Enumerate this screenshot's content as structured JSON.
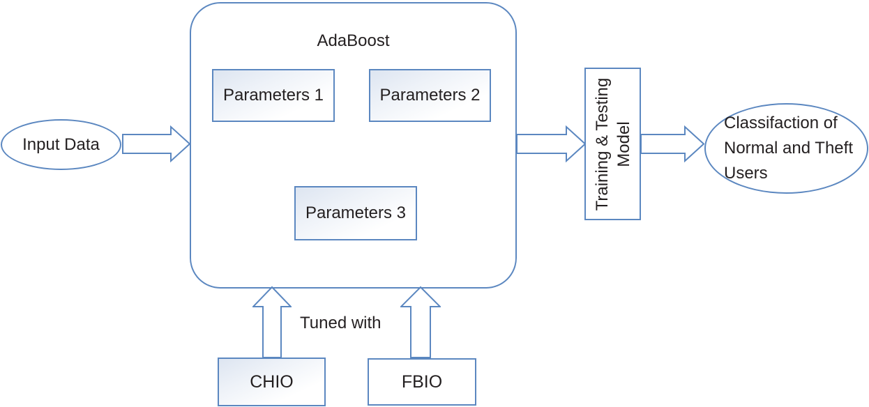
{
  "diagram": {
    "input": {
      "label": "Input Data"
    },
    "adaboost": {
      "title": "AdaBoost",
      "params": [
        {
          "label": "Parameters 1"
        },
        {
          "label": "Parameters 2"
        },
        {
          "label": "Parameters 3"
        }
      ]
    },
    "training": {
      "line1": "Training & Testing",
      "line2": "Model"
    },
    "output": {
      "label": "Classifaction of Normal and Theft Users"
    },
    "tuned_with_label": "Tuned with",
    "tuners": [
      {
        "label": "CHIO"
      },
      {
        "label": "FBIO"
      }
    ],
    "colors": {
      "line": "#5b87c0",
      "text": "#231f20",
      "box_fill_top": "#dde5f1"
    }
  }
}
